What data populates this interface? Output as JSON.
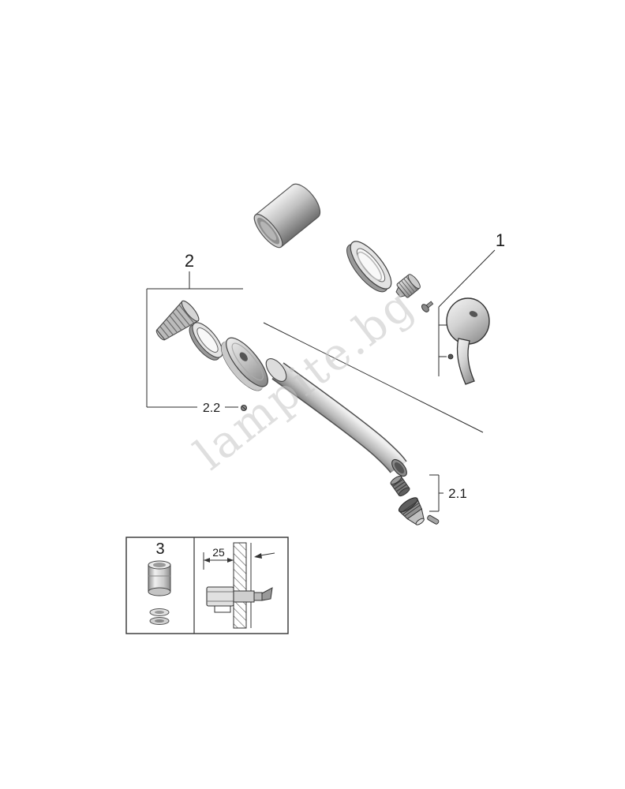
{
  "diagram": {
    "type": "exploded-parts-diagram",
    "subject": "wall-mounted basin mixer tap, exploded assembly view",
    "watermark": {
      "text": "lampite.bg",
      "color": "#c6c6c6"
    },
    "callouts": {
      "part1": "1",
      "part2": "2",
      "part2_1": "2.1",
      "part2_2": "2.2",
      "part3": "3"
    },
    "dimension": {
      "wall_thickness": "25"
    },
    "colors": {
      "line": "#2a2a2a",
      "metal_light": "#f0f0f0",
      "metal_mid": "#bdbdbd",
      "metal_dark": "#6e6e6e",
      "background": "#ffffff"
    },
    "parts": [
      {
        "id": "handle-sleeve",
        "group": "1"
      },
      {
        "id": "handle-escutcheon-ring",
        "group": "1"
      },
      {
        "id": "cartridge-nut",
        "group": "1"
      },
      {
        "id": "handle-screw",
        "group": "1"
      },
      {
        "id": "lever-handle",
        "group": "1"
      },
      {
        "id": "threaded-union",
        "group": "2"
      },
      {
        "id": "seal-ring",
        "group": "2"
      },
      {
        "id": "spout-escutcheon",
        "group": "2"
      },
      {
        "id": "spout",
        "group": "2"
      },
      {
        "id": "set-screw",
        "group": "2.2"
      },
      {
        "id": "mousseur",
        "group": "2.1"
      },
      {
        "id": "aerator-housing",
        "group": "2.1"
      },
      {
        "id": "mounting-adapter",
        "group": "3"
      },
      {
        "id": "wall-section-detail",
        "group": "3"
      }
    ]
  }
}
